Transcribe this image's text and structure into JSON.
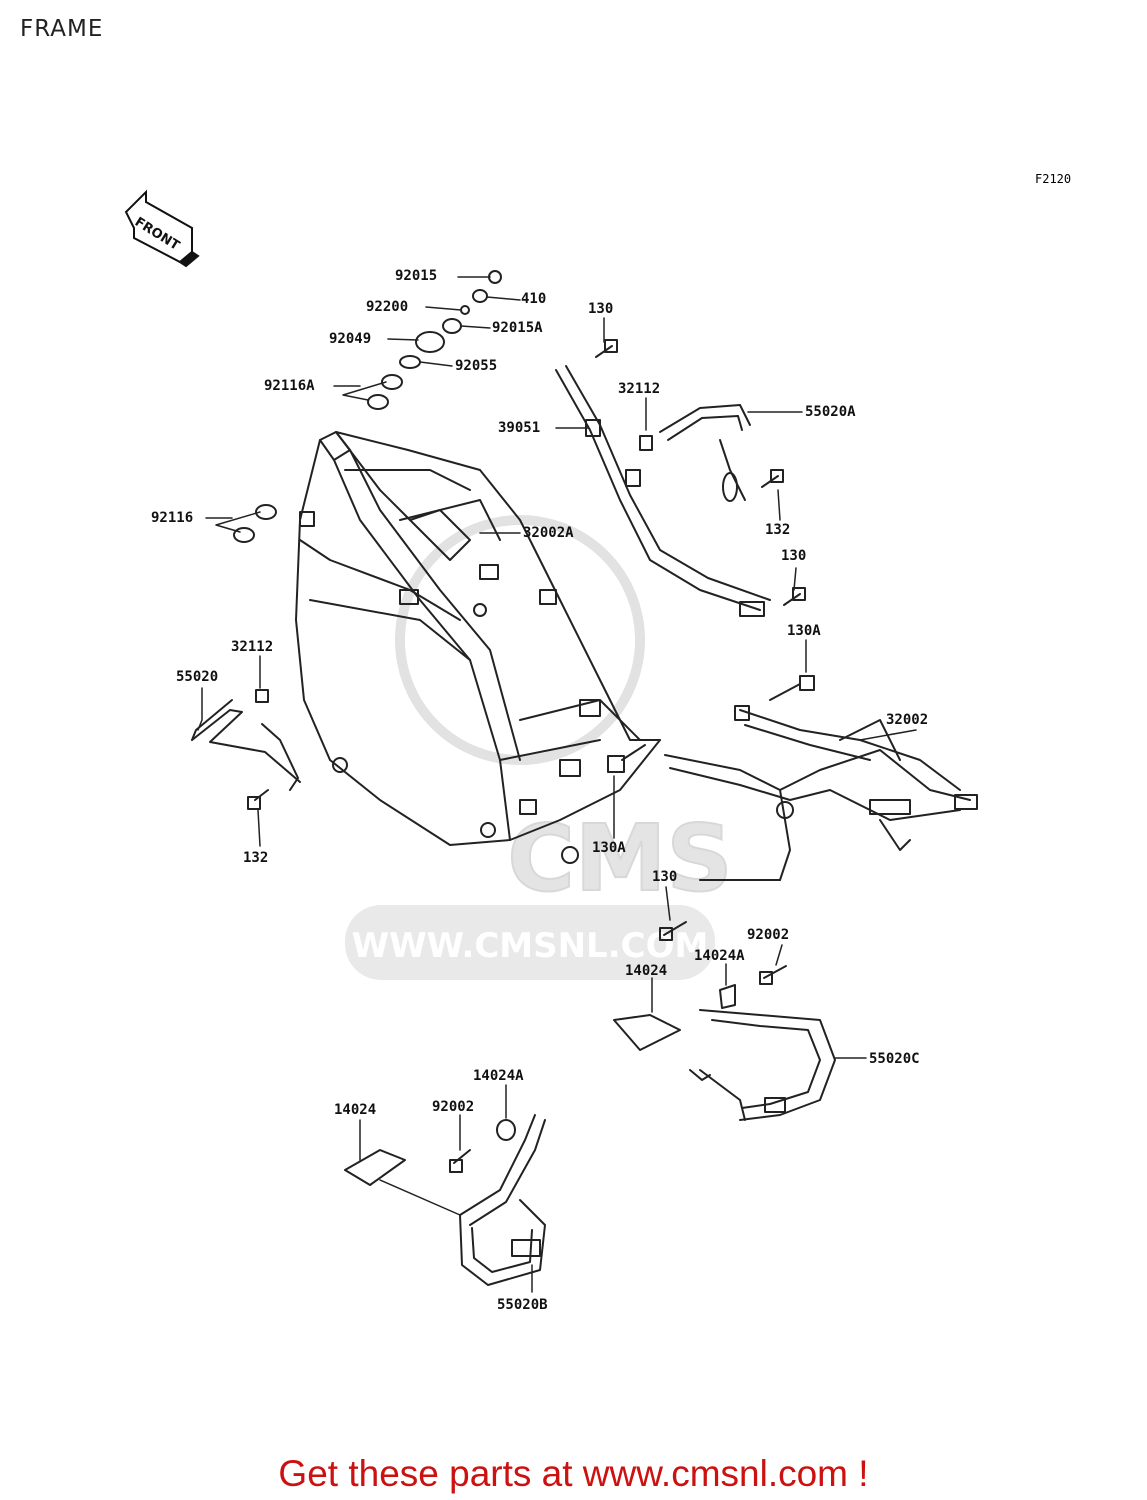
{
  "page": {
    "title": "FRAME",
    "figure_code": "F2120",
    "front_label": "FRONT",
    "watermark_url": "WWW.CMSNL.COM",
    "watermark_logo": "CMS",
    "footer": "Get these parts at www.cmsnl.com !"
  },
  "colors": {
    "line": "#222222",
    "watermark": "#e6e6e6",
    "footer": "#cc1111"
  },
  "callouts": {
    "l_92015": "92015",
    "l_410": "410",
    "l_92200": "92200",
    "l_92015A": "92015A",
    "l_92049": "92049",
    "l_92055": "92055",
    "l_92116A": "92116A",
    "l_130_top": "130",
    "l_32112_top": "32112",
    "l_55020A": "55020A",
    "l_39051": "39051",
    "l_132_right": "132",
    "l_92116": "92116",
    "l_32002A": "32002A",
    "l_130_mid": "130",
    "l_130A_right": "130A",
    "l_32112_left": "32112",
    "l_55020": "55020",
    "l_32002": "32002",
    "l_132_left": "132",
    "l_130A_center": "130A",
    "l_130_low": "130",
    "l_92002_right": "92002",
    "l_14024A_right": "14024A",
    "l_14024_right": "14024",
    "l_55020C": "55020C",
    "l_14024A_left": "14024A",
    "l_92002_left": "92002",
    "l_14024_left": "14024",
    "l_55020B": "55020B"
  }
}
